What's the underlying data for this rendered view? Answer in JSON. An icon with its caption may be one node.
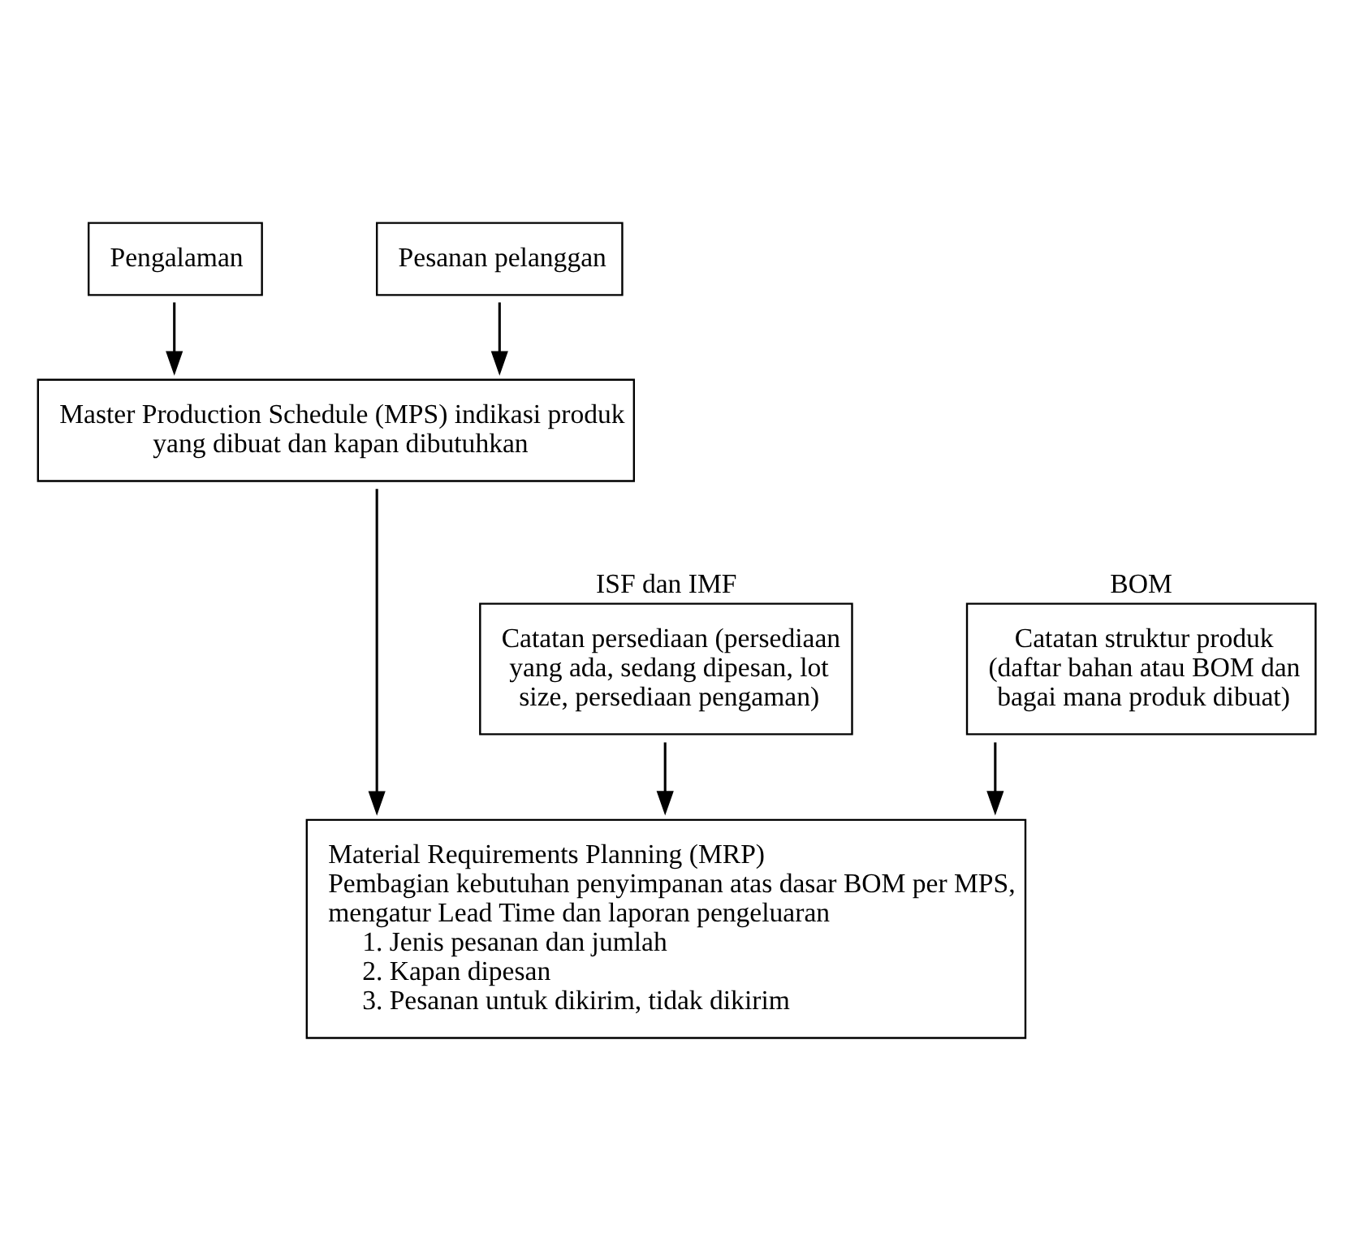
{
  "diagram": {
    "nodes": [
      {
        "text": [
          "Pengalaman"
        ]
      },
      {
        "text": [
          "Pesanan pelanggan"
        ]
      },
      {
        "text": [
          "Master Production Schedule (MPS) indikasi produk yang dibuat dan kapan dibutuhkan"
        ]
      },
      {
        "text": [
          "ISF dan IMF",
          "Catatan persediaan (persediaan yang ada, sedang dipesan, lot size, persediaan pengaman)"
        ]
      },
      {
        "text": [
          "BOM",
          "Catatan struktur produk (daftar bahan atau BOM dan bagai mana produk dibuat)"
        ]
      },
      {
        "text": [
          "Material Requirements Planning (MRP)",
          "Pembagian kebutuhan penyimpanan atas dasar BOM per MPS, mengatur Lead Time dan laporan pengeluaran",
          "1. Jenis pesanan dan jumlah",
          "2. Kapan dipesan",
          "3. Pesanan untuk dikirim, tidak dikirim"
        ]
      }
    ],
    "edges": [
      {
        "from": 0,
        "to": 2,
        "arrow": "to"
      },
      {
        "from": 1,
        "to": 2,
        "arrow": "to"
      },
      {
        "from": 2,
        "to": 5,
        "arrow": "to"
      },
      {
        "from": 3,
        "to": 5,
        "arrow": "to"
      },
      {
        "from": 4,
        "to": 5,
        "arrow": "to"
      }
    ]
  }
}
